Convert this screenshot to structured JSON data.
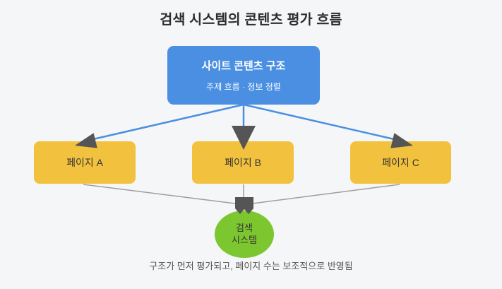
{
  "page": {
    "background_color": "#f5f6f8",
    "title": "검색 시스템의 콘텐츠 평가 흐름",
    "caption": "구조가 먼저 평가되고, 페이지 수는 보조적으로 반영됨"
  },
  "diagram": {
    "root_node": {
      "title": "사이트 콘텐츠 구조",
      "subtitle": "주제 흐름 · 정보 정렬",
      "fill": "#4a8fe2",
      "text_color": "#ffffff"
    },
    "page_nodes": [
      {
        "label": "페이지 A"
      },
      {
        "label": "페이지 B"
      },
      {
        "label": "페이지 C"
      }
    ],
    "page_node_fill": "#f2c23e",
    "sink_node": {
      "label": "검색 시스템",
      "line1": "검색",
      "line2": "시스템",
      "fill": "#7cc62f"
    },
    "edges": {
      "blue_color": "#4a8fe2",
      "gray_color": "#9e9e9e",
      "arrowhead_color": "#555555"
    }
  }
}
